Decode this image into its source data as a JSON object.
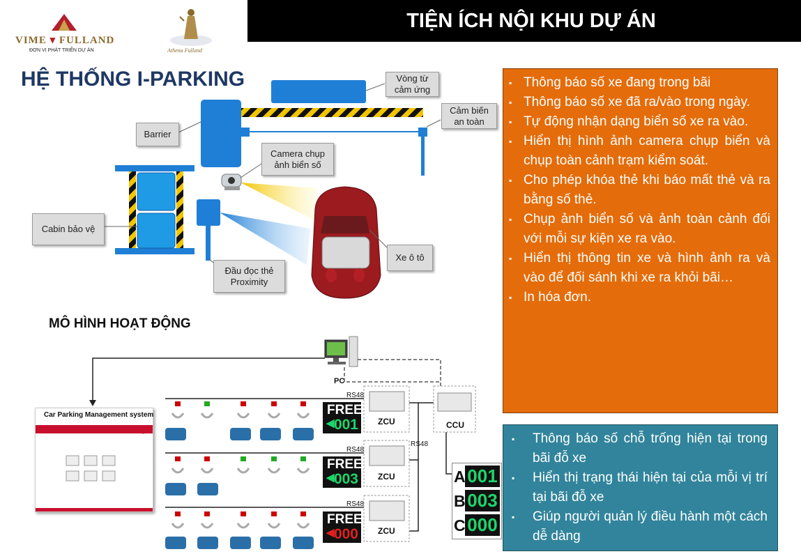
{
  "header": {
    "title": "TIỆN ÍCH NỘI KHU DỰ ÁN"
  },
  "logos": {
    "vime_brand_left": "VIME",
    "vime_brand_right": "FULLAND",
    "vime_subtitle": "ĐƠN VỊ PHÁT TRIỂN DỰ ÁN",
    "athena": "Athena Fulland"
  },
  "section": {
    "title": "HỆ THỐNG I-PARKING",
    "model_title": "MÔ HÌNH HOẠT ĐỘNG"
  },
  "callouts": {
    "vong_tu": "Vòng từ cảm ứng",
    "cam_bien": "Cảm biến an toàn",
    "barrier": "Barrier",
    "camera": "Camera chụp ảnh biển số",
    "cabin": "Cabin bảo vệ",
    "dau_doc": "Đầu đọc thẻ Proximity",
    "xe_oto": "Xe ô tô"
  },
  "diagram": {
    "pc": "PC",
    "rs48": "RS48",
    "zcu": "ZCU",
    "ccu": "CCU",
    "screen_title": "Car Parking Management system",
    "screen_logo": "Car Parking",
    "boards": [
      {
        "label": "FREE",
        "number": "001"
      },
      {
        "label": "FREE",
        "number": "003"
      },
      {
        "label": "FREE",
        "number": "000"
      }
    ],
    "panel": [
      {
        "letter": "A",
        "number": "001"
      },
      {
        "letter": "B",
        "number": "003"
      },
      {
        "letter": "C",
        "number": "000"
      }
    ]
  },
  "features": [
    "Thông báo số xe đang trong bãi",
    "Thông báo số xe đã ra/vào trong ngày.",
    "Tự động nhận dạng biển số xe ra vào.",
    "Hiển thị hình ảnh camera chụp biển và chụp toàn cảnh trạm kiểm soát.",
    "Cho phép khóa thẻ khi báo mất thẻ và ra bằng số thẻ.",
    "Chụp ảnh biển số và ảnh toàn cảnh đối với mỗi sự kiện xe ra vào.",
    "Hiển thị thông tin xe và hình ảnh ra và vào để đối sánh khi xe ra khỏi bãi…",
    "In hóa đơn."
  ],
  "guidance": [
    "Thông báo số chỗ trống hiện tại trong bãi đỗ xe",
    "Hiển thị trạng thái hiện tại của mỗi vị trí tại bãi đỗ xe",
    "Giúp người quản lý điều hành một cách dễ dàng"
  ],
  "colors": {
    "orange_box": "#e46c0a",
    "teal_box": "#31849b",
    "title_blue": "#1f3864",
    "device_blue": "#1f7fd6"
  }
}
